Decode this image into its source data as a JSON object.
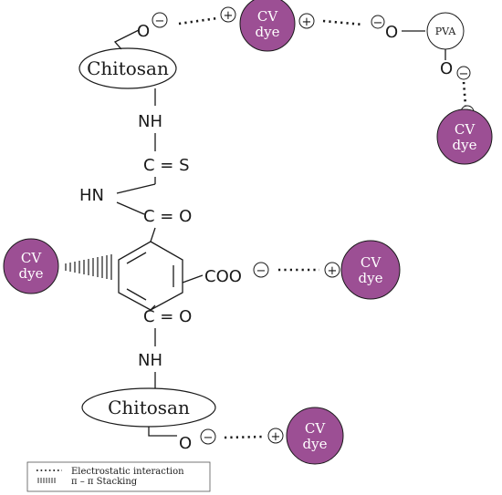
{
  "chitosan_label": "Chitosan",
  "pva_label": "PVA",
  "dye": {
    "line1": "CV",
    "line2": "dye",
    "color": "#9c4f94"
  },
  "atoms": {
    "o": "O",
    "nh": "NH",
    "hn": "HN",
    "c_eq_s": "C = S",
    "c_eq_o": "C = O",
    "coo": "COO"
  },
  "charges": {
    "negative": "−",
    "positive": "+"
  },
  "legend": {
    "electrostatic_symbol": "⋯⋯",
    "electrostatic_label": "Electrostatic interaction",
    "stacking_symbol": "  ıııı",
    "stacking_label": "π – π  Stacking"
  }
}
